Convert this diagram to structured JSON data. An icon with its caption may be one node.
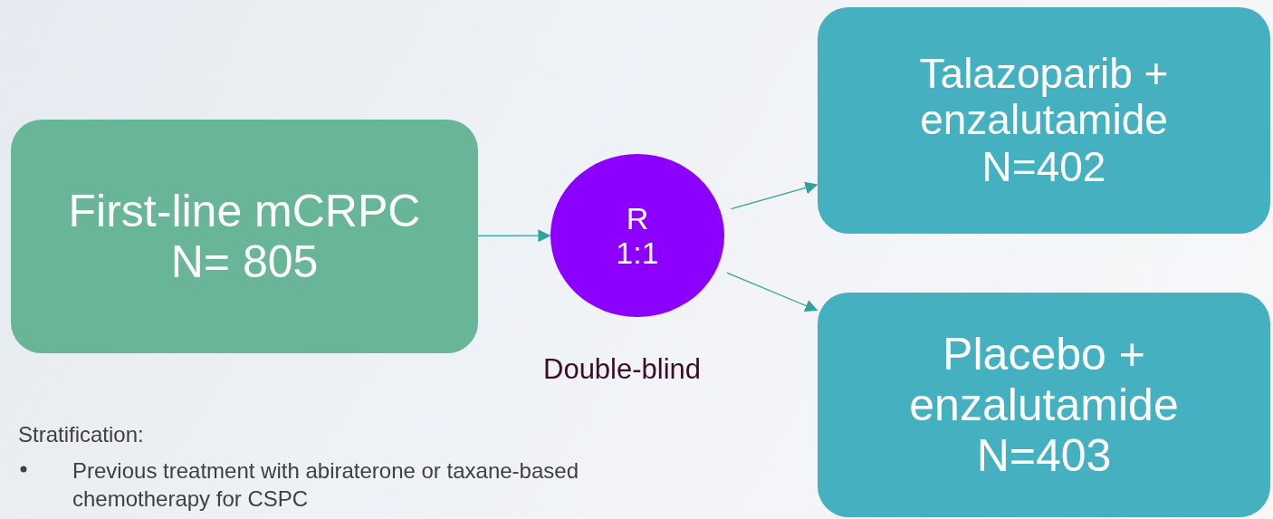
{
  "diagram": {
    "nodes": [
      {
        "text": [
          "First-line mCRPC",
          "N= 805"
        ]
      },
      {
        "text": [
          "R",
          "1:1"
        ],
        "beside": [
          "Double-blind"
        ]
      },
      {
        "text": [
          "Talazoparib + enzalutamide",
          "N=402"
        ]
      },
      {
        "text": [
          "Placebo + enzalutamide",
          "N=403"
        ]
      }
    ],
    "edges": [
      {
        "from": 0,
        "to": 1,
        "arrow": "to"
      },
      {
        "from": 1,
        "to": 2,
        "arrow": "to"
      },
      {
        "from": 1,
        "to": 3,
        "arrow": "to"
      }
    ],
    "labels": [
      "Stratification:",
      "Previous treatment with abiraterone or taxane-based chemotherapy for CSPC"
    ]
  }
}
